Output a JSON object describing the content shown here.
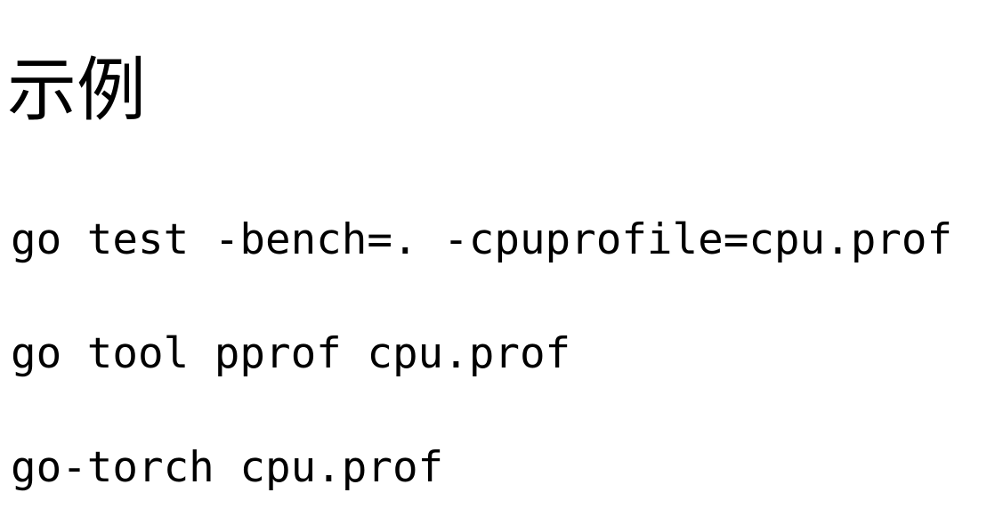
{
  "document": {
    "background_color": "#ffffff",
    "text_color": "#000000",
    "heading": "示例",
    "code_block": {
      "language": "shell",
      "lines": [
        "go test -bench=. -cpuprofile=cpu.prof",
        "go tool pprof cpu.prof",
        "go-torch cpu.prof"
      ]
    }
  }
}
